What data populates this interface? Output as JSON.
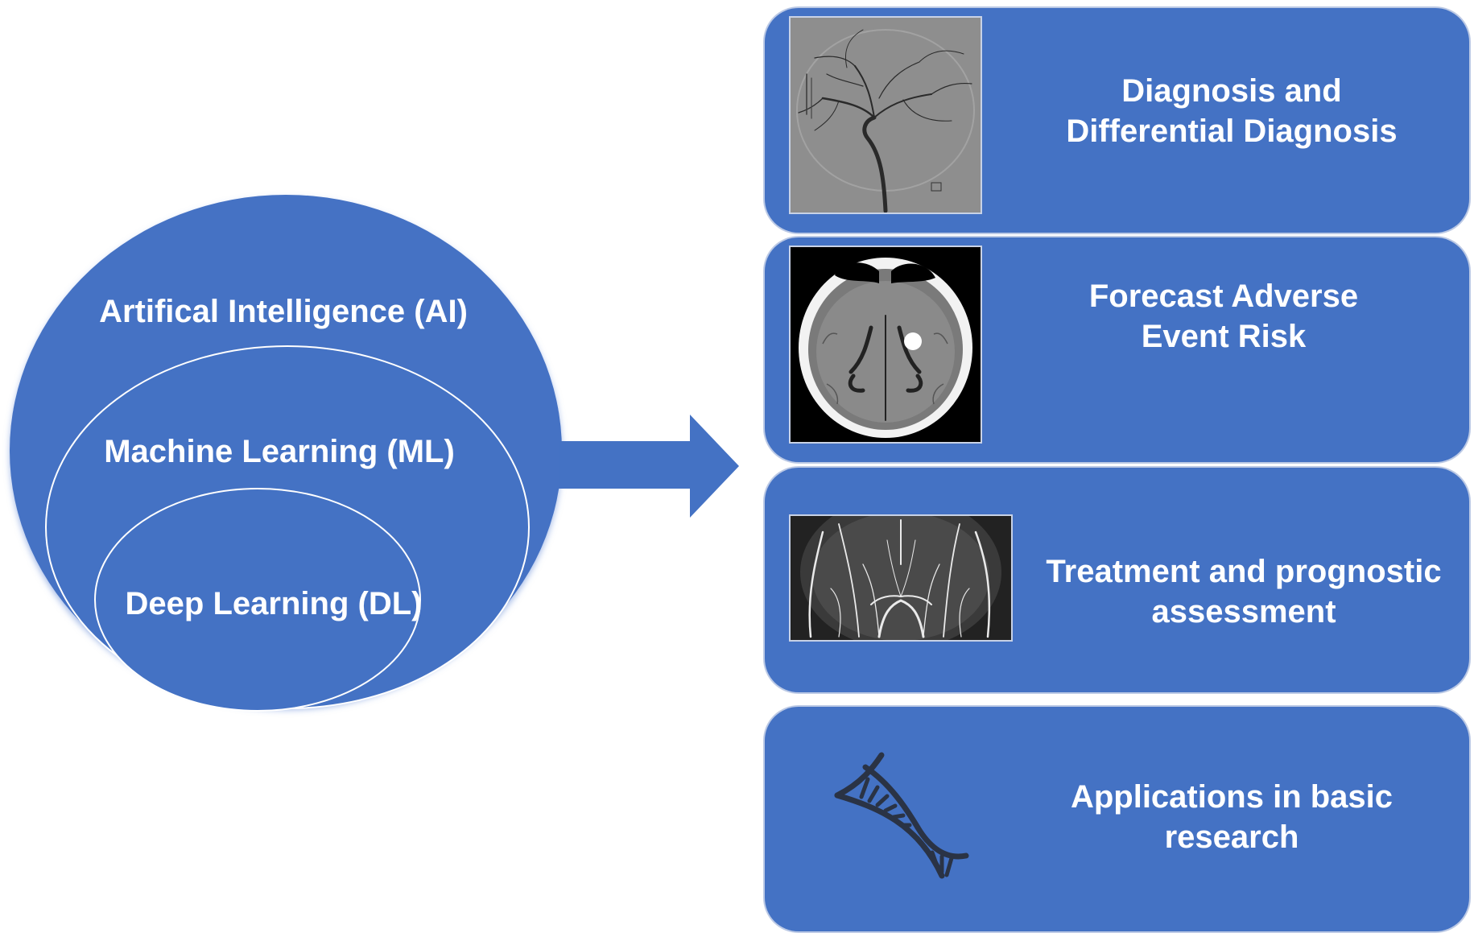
{
  "colors": {
    "panel": "#4472c4",
    "circle": "#4472c4",
    "circle_stroke": "#ffffff",
    "text": "#ffffff",
    "dna_icon": "#2a3345"
  },
  "circles": {
    "ai_label": "Artifical Intelligence (AI)",
    "ml_label": "Machine Learning (ML)",
    "dl_label": "Deep Learning (DL)"
  },
  "panels": [
    {
      "line1": "Diagnosis and",
      "line2": "Differential Diagnosis",
      "image": "angiography-image"
    },
    {
      "line1": "Forecast Adverse",
      "line2": "Event Risk",
      "image": "brain-ct-image"
    },
    {
      "line1": "Treatment and prognostic",
      "line2": "assessment",
      "image": "cta-vessels-image"
    },
    {
      "line1": "Applications in basic",
      "line2": "research",
      "image": "dna-icon"
    }
  ]
}
